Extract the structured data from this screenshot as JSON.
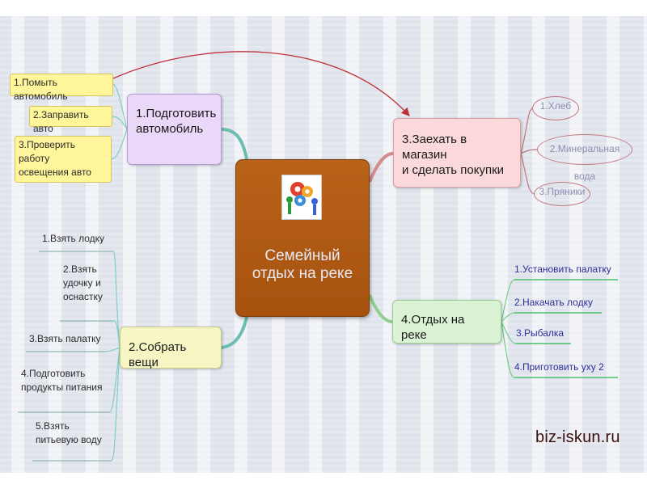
{
  "central": {
    "title": "Семейный\nотдых на реке",
    "logo": "teamwork-gears-logo"
  },
  "branches": [
    {
      "label": "1.Подготовить\nавтомобиль",
      "items": [
        "1.Помыть автомобиль",
        "2.Заправить авто",
        "3.Проверить работу\nосвещения авто"
      ]
    },
    {
      "label": "2.Собрать вещи",
      "items": [
        "1.Взять лодку",
        "2.Взять\nудочку и\nоснастку",
        "3.Взять палатку",
        "4.Подготовить\nпродукты питания",
        "5.Взять\nпитьевую воду"
      ]
    },
    {
      "label": "3.Заехать в магазин\nи сделать покупки",
      "items": [
        "1.Хлеб",
        "2.Минеральная вода",
        "3.Пряники"
      ]
    },
    {
      "label": "4.Отдых на реке",
      "items": [
        "1.Установить палатку",
        "2.Накачать лодку",
        "3.Рыбалка",
        "4.Приготовить уху 2"
      ]
    }
  ],
  "watermark": "biz-iskun.ru",
  "colors": {
    "central": "#a6520e",
    "branch1": "#ead8f8",
    "branch2": "#f6f6c4",
    "branch3": "#fbd8da",
    "branch4": "#d9f3d4",
    "highlight": "#fff59a",
    "relationship_arrow": "#c0303a"
  }
}
